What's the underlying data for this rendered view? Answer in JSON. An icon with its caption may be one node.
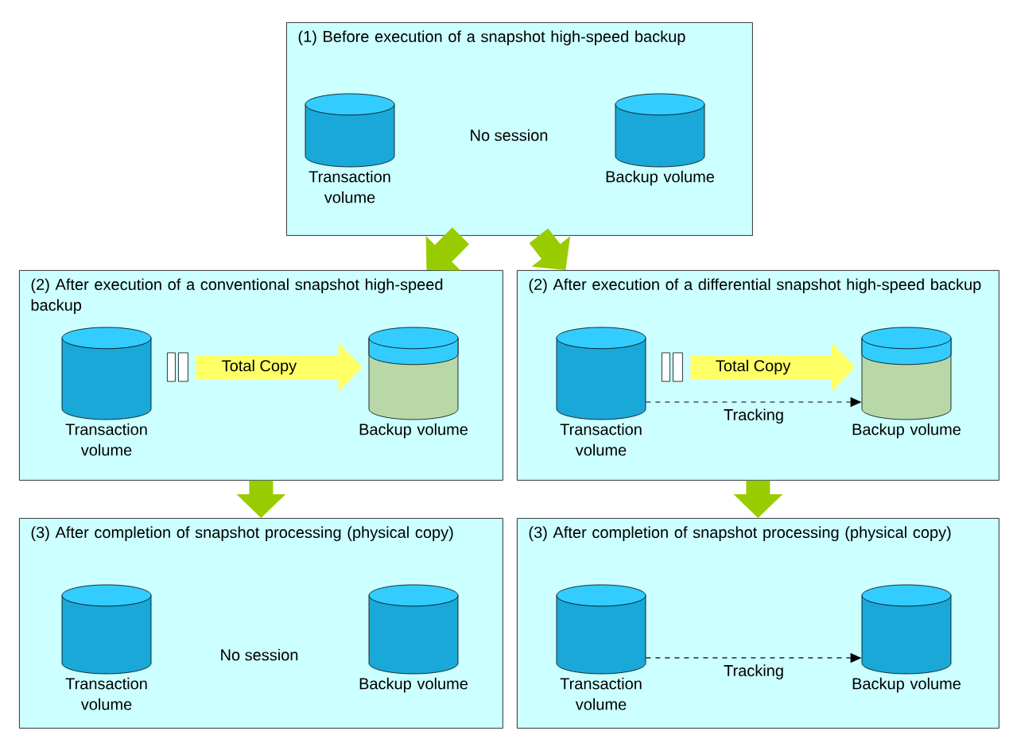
{
  "diagram": {
    "nodes": [
      {
        "text": [
          "(1)  Before execution of a snapshot high-speed backup"
        ]
      },
      {
        "text": [
          "Transaction volume"
        ],
        "in": 0
      },
      {
        "text": [
          "Backup volume"
        ],
        "in": 0
      },
      {
        "text": [
          "(2)  After execution of a conventional snapshot high-speed backup"
        ]
      },
      {
        "text": [
          "Transaction volume"
        ],
        "in": 3
      },
      {
        "text": [
          "Backup volume"
        ],
        "in": 3
      },
      {
        "text": [
          "(2)  After execution of a differential snapshot high-speed backup"
        ]
      },
      {
        "text": [
          "Transaction volume"
        ],
        "in": 6
      },
      {
        "text": [
          "Backup volume"
        ],
        "in": 6
      },
      {
        "text": [
          "(3)  After completion of snapshot processing (physical copy)"
        ]
      },
      {
        "text": [
          "Transaction volume"
        ],
        "in": 9
      },
      {
        "text": [
          "Backup volume"
        ],
        "in": 9
      },
      {
        "text": [
          "(3)  After completion of snapshot processing (physical copy)"
        ]
      },
      {
        "text": [
          "Transaction volume"
        ],
        "in": 12
      },
      {
        "text": [
          "Backup volume"
        ],
        "in": 12
      }
    ],
    "edges": [
      {
        "from": 0,
        "to": 3,
        "arrow": "to",
        "color": "#99cc00"
      },
      {
        "from": 0,
        "to": 6,
        "arrow": "to",
        "color": "#99cc00"
      },
      {
        "from": 4,
        "to": 5,
        "arrow": "to",
        "label": "Total Copy",
        "color": "#ffff66"
      },
      {
        "from": 7,
        "to": 8,
        "arrow": "to",
        "label": "Total Copy",
        "color": "#ffff66"
      },
      {
        "from": 7,
        "to": 8,
        "arrow": "to",
        "label": "Tracking",
        "style": "dashed",
        "color": "#000000"
      },
      {
        "from": 3,
        "to": 9,
        "arrow": "to",
        "color": "#99cc00"
      },
      {
        "from": 6,
        "to": 12,
        "arrow": "to",
        "color": "#99cc00"
      },
      {
        "from": 13,
        "to": 14,
        "arrow": "to",
        "label": "Tracking",
        "style": "dashed",
        "color": "#000000"
      }
    ],
    "labels": [
      "No session",
      "No session"
    ]
  }
}
